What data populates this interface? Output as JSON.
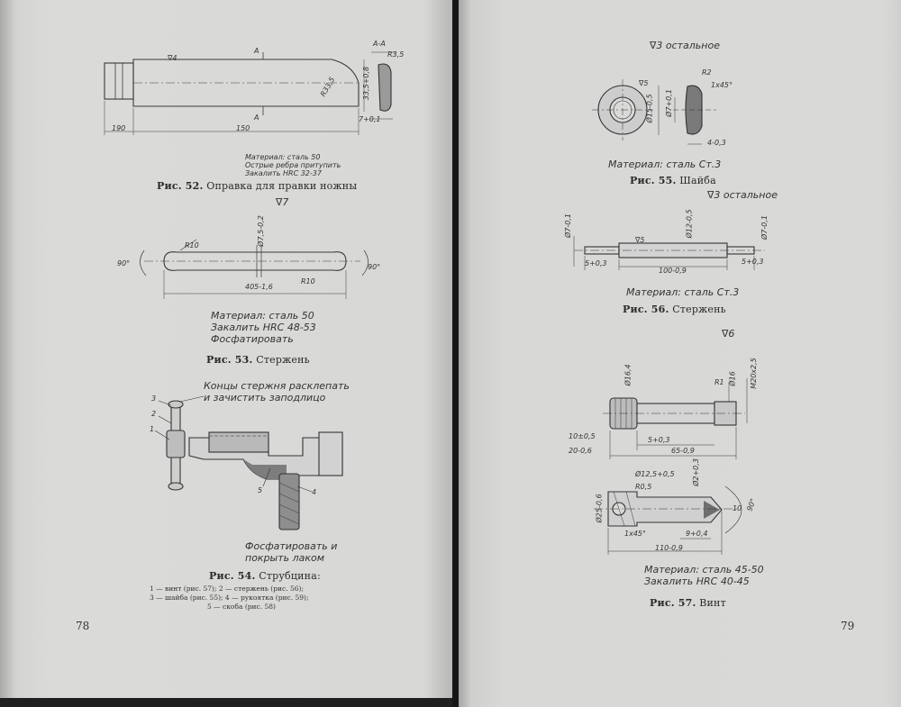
{
  "left_page": {
    "page_number": "78",
    "fig52": {
      "label": "Рис. 52.",
      "title": "Оправка для правки ножны",
      "notes": [
        "Материал: сталь 50",
        "Острые ребра притупить",
        "Закалить HRC 32-37"
      ],
      "dims": {
        "len_a": "190",
        "len_b": "150",
        "section": "А-А",
        "radius": "R3,5",
        "finish": "∇4",
        "cut": "А",
        "thick": "7+0,1",
        "height": "33,5+0,8",
        "slot": "R33,5"
      }
    },
    "fig53": {
      "label": "Рис. 53.",
      "title": "Стержень",
      "notes": [
        "Материал: сталь 50",
        "Закалить HRC 48-53",
        "Фосфатировать"
      ],
      "dims": {
        "finish": "∇7",
        "r_left": "R10",
        "r_right": "R10",
        "angle_left": "90°",
        "angle_right": "90°",
        "diam": "Ø7,5-0,2",
        "length": "405-1,6"
      }
    },
    "fig54": {
      "label": "Рис. 54.",
      "title": "Струбцина:",
      "note_top": [
        "Концы стержня расклепать",
        "и зачистить заподлицо"
      ],
      "note_bottom": [
        "Фосфатировать и",
        "покрыть лаком"
      ],
      "callouts": [
        "1",
        "2",
        "3",
        "4",
        "5"
      ],
      "legend": [
        "1 — винт (рис. 57); 2 — стержень (рис. 56);",
        "3 — шайба (рис. 55); 4 — рукоятка (рис. 59);",
        "5 — скоба (рис. 58)"
      ]
    }
  },
  "right_page": {
    "page_number": "79",
    "fig55": {
      "header": "∇3 остальное",
      "label": "Рис. 55.",
      "title": "Шайба",
      "note": "Материал: сталь Ст.3",
      "dims": {
        "finish": "∇5",
        "r": "R2",
        "chamfer": "1х45°",
        "outer": "Ø15-0,5",
        "inner": "Ø7+0,1",
        "thick": "4-0,3"
      }
    },
    "fig56": {
      "header": "∇3 остальное",
      "label": "Рис. 56.",
      "title": "Стержень",
      "note": "Материал: сталь Ст.3",
      "dims": {
        "finish": "∇5",
        "d_left": "Ø7-0,1",
        "d_mid": "Ø12-0,5",
        "d_right": "Ø7-0,1",
        "e_left": "5+0,3",
        "length": "100-0,9",
        "e_right": "5+0,3"
      }
    },
    "fig57": {
      "header": "∇6",
      "label": "Рис. 57.",
      "title": "Винт",
      "notes": [
        "Материал: сталь 45-50",
        "Закалить HRC 40-45"
      ],
      "dims": {
        "d_head": "Ø16,4",
        "r1": "R1",
        "d_shank": "Ø16",
        "thread": "M20х2,5",
        "a": "10±0,5",
        "b": "20-0,6",
        "c": "5+0,3",
        "d": "65-0,9",
        "hole": "Ø12,5+0,5",
        "r05": "R0,5",
        "d2": "Ø2+0,3",
        "d_flange": "Ø25-0,6",
        "chamfer": "1х45°",
        "e": "9+0,4",
        "total": "110-0,9",
        "tip": "10",
        "angle": "90°"
      }
    }
  }
}
